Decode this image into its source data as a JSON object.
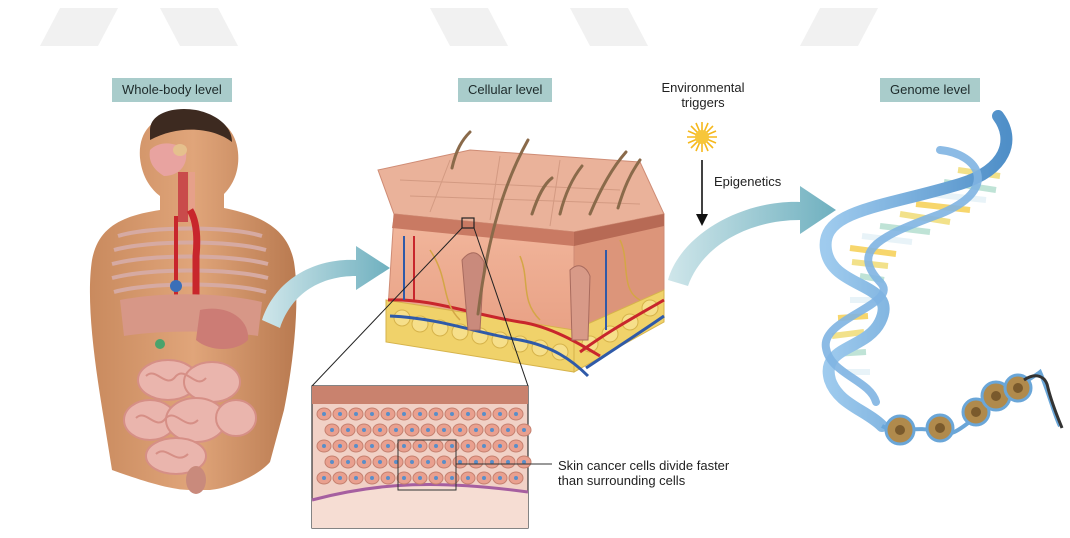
{
  "levels": {
    "whole_body": "Whole-body level",
    "cellular": "Cellular level",
    "genome": "Genome level"
  },
  "environmental_triggers": "Environmental\ntriggers",
  "epigenetics": "Epigenetics",
  "callout": {
    "line1": "Skin cancer cells divide faster",
    "line2": "than surrounding cells"
  },
  "colors": {
    "label_bg": "#a9cccb",
    "flow_arrow": "#7fb8c4",
    "skin": "#e9a58a",
    "fat": "#f0d26a",
    "artery": "#c8262c",
    "vein": "#2f5aa8",
    "dna": "#6aa6d8",
    "sun": "#f5b81c"
  }
}
